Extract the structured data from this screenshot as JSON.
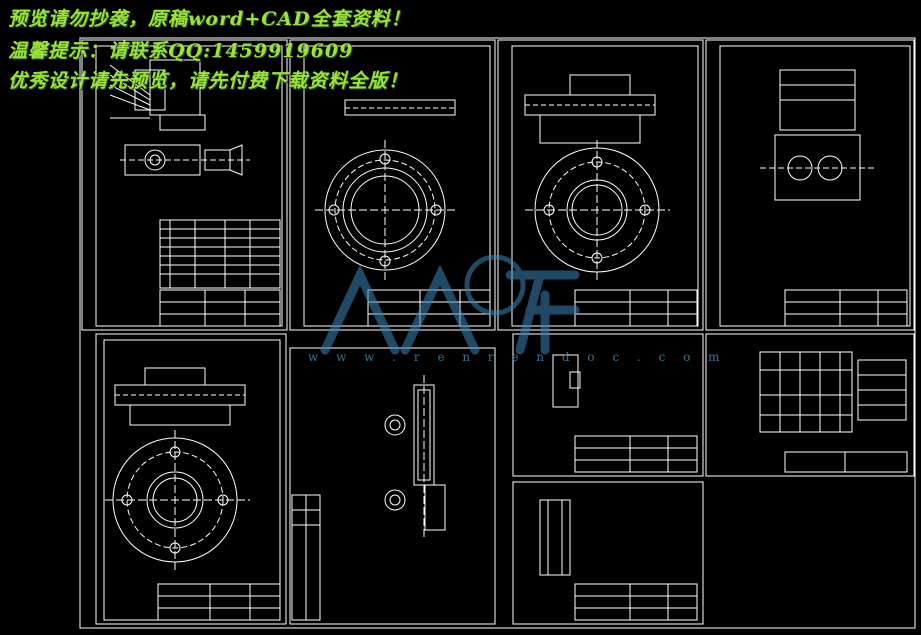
{
  "banners": {
    "line1": "预览请勿抄袭，原稿word+CAD全套资料！",
    "line2": "温馨提示：请联系QQ:1459919609",
    "line3": "优秀设计请先预览，请先付费下载资料全版！"
  },
  "watermark": {
    "url": "w w w . r e n r e n d o c . c o m",
    "color": "#3a86b8"
  },
  "colors": {
    "background": "#000000",
    "frame": "#ffffff",
    "banner": "#9be23a"
  }
}
